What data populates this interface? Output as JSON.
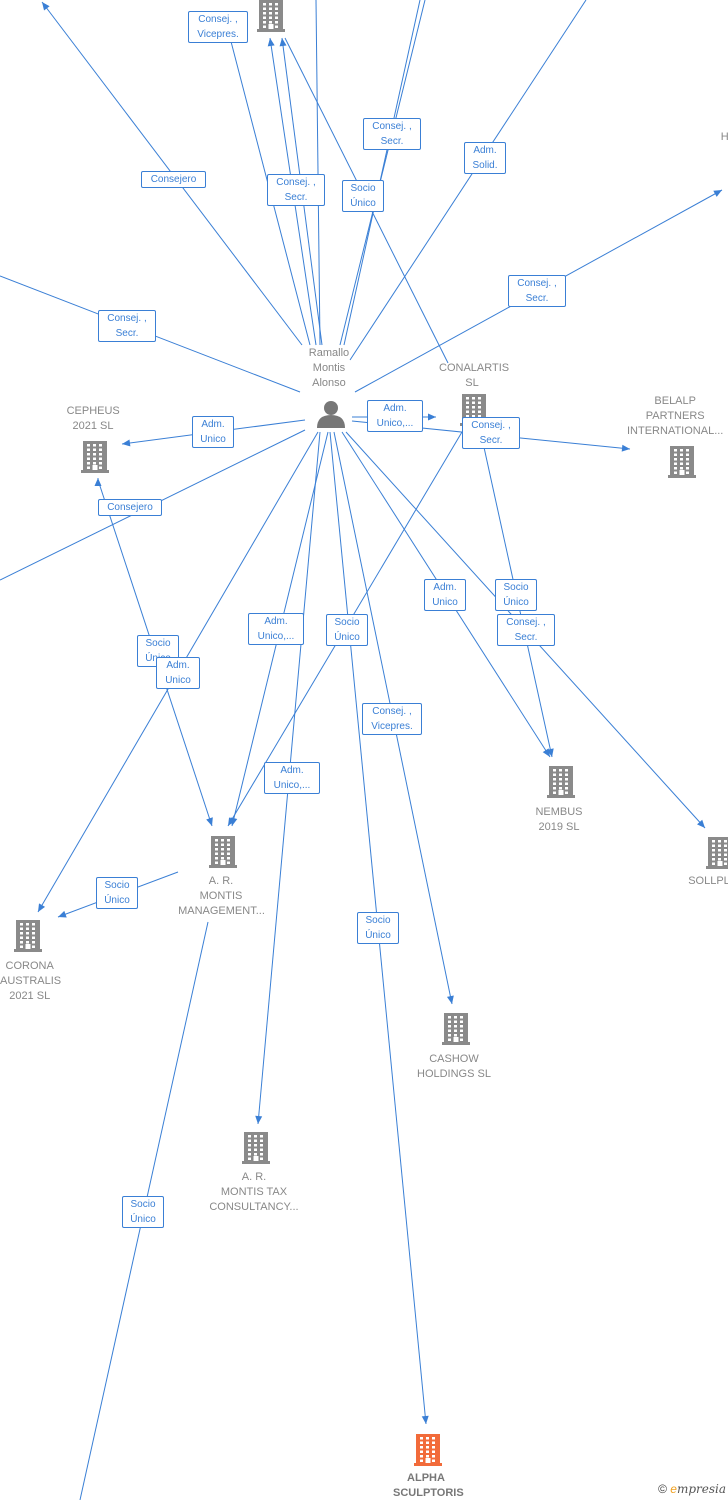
{
  "colors": {
    "edge": "#3a7fd5",
    "building": "#8a8a8a",
    "focus_building": "#f26b3a",
    "person": "#777777"
  },
  "nodes": [
    {
      "id": "person",
      "type": "person",
      "label": [
        "Ramallo",
        "Montis",
        "Alonso"
      ]
    },
    {
      "id": "top",
      "type": "company",
      "label": []
    },
    {
      "id": "conalartis",
      "type": "company",
      "label": [
        "CONALARTIS",
        "SL"
      ]
    },
    {
      "id": "cepheus",
      "type": "company",
      "label": [
        "CEPHEUS",
        "2021  SL"
      ]
    },
    {
      "id": "belalp",
      "type": "company",
      "label": [
        "BELALP",
        "PARTNERS",
        "INTERNATIONAL..."
      ]
    },
    {
      "id": "nembus",
      "type": "company",
      "label": [
        "NEMBUS",
        "2019  SL"
      ]
    },
    {
      "id": "sollpl",
      "type": "company",
      "label": [
        "SOLLPL"
      ]
    },
    {
      "id": "armgmt",
      "type": "company",
      "label": [
        "A. R.",
        "MONTIS",
        "MANAGEMENT..."
      ]
    },
    {
      "id": "corona",
      "type": "company",
      "label": [
        "CORONA",
        "AUSTRALIS",
        "2021  SL"
      ]
    },
    {
      "id": "cashow",
      "type": "company",
      "label": [
        "CASHOW",
        "HOLDINGS  SL"
      ]
    },
    {
      "id": "artax",
      "type": "company",
      "label": [
        "A. R.",
        "MONTIS TAX",
        "CONSULTANCY..."
      ]
    },
    {
      "id": "alpha",
      "type": "focus",
      "label": [
        "ALPHA",
        "SCULPTORIS"
      ]
    },
    {
      "id": "h_edge",
      "type": "text",
      "label": [
        "H"
      ]
    }
  ],
  "relations": [
    {
      "id": "r1",
      "text": [
        "Consej. ,",
        "Vicepres."
      ]
    },
    {
      "id": "r2",
      "text": [
        "Consejero"
      ]
    },
    {
      "id": "r3",
      "text": [
        "Consej. ,",
        "Secr."
      ]
    },
    {
      "id": "r4",
      "text": [
        "Consej. ,",
        "Secr."
      ]
    },
    {
      "id": "r5",
      "text": [
        "Socio",
        "Único"
      ]
    },
    {
      "id": "r6",
      "text": [
        "Adm.",
        "Solid."
      ]
    },
    {
      "id": "r7",
      "text": [
        "Consej. ,",
        "Secr."
      ]
    },
    {
      "id": "r8",
      "text": [
        "Consej. ,",
        "Secr."
      ]
    },
    {
      "id": "r9",
      "text": [
        "Adm.",
        "Unico"
      ]
    },
    {
      "id": "r10",
      "text": [
        "Adm.",
        "Unico,..."
      ]
    },
    {
      "id": "r11",
      "text": [
        "Consej. ,",
        "Secr."
      ]
    },
    {
      "id": "r12",
      "text": [
        "Consejero"
      ]
    },
    {
      "id": "r13",
      "text": [
        "Adm.",
        "Unico"
      ]
    },
    {
      "id": "r14",
      "text": [
        "Socio",
        "Único"
      ]
    },
    {
      "id": "r15",
      "text": [
        "Consej. ,",
        "Secr."
      ]
    },
    {
      "id": "r16",
      "text": [
        "Socio",
        "Único"
      ]
    },
    {
      "id": "r17",
      "text": [
        "Adm.",
        "Unico"
      ]
    },
    {
      "id": "r18",
      "text": [
        "Adm.",
        "Unico,..."
      ]
    },
    {
      "id": "r19",
      "text": [
        "Socio",
        "Único"
      ]
    },
    {
      "id": "r20",
      "text": [
        "Consej. ,",
        "Vicepres."
      ]
    },
    {
      "id": "r21",
      "text": [
        "Adm.",
        "Unico,..."
      ]
    },
    {
      "id": "r22",
      "text": [
        "Socio",
        "Único"
      ]
    },
    {
      "id": "r23",
      "text": [
        "Socio",
        "Único"
      ]
    },
    {
      "id": "r24",
      "text": [
        "Socio",
        "Único"
      ]
    }
  ],
  "copyright": {
    "symbol": "©",
    "brand_initial": "e",
    "brand_rest": "mpresia"
  }
}
